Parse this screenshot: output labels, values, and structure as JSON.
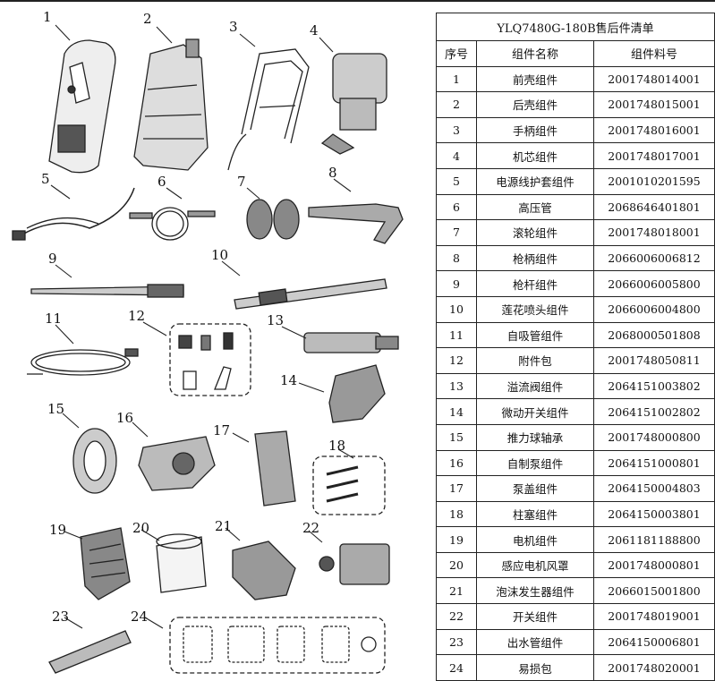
{
  "table": {
    "title": "YLQ7480G-180B售后件清单",
    "headers": [
      "序号",
      "组件名称",
      "组件料号"
    ],
    "rows": [
      {
        "no": "1",
        "name": "前壳组件",
        "code": "2001748014001"
      },
      {
        "no": "2",
        "name": "后壳组件",
        "code": "2001748015001"
      },
      {
        "no": "3",
        "name": "手柄组件",
        "code": "2001748016001"
      },
      {
        "no": "4",
        "name": "机芯组件",
        "code": "2001748017001"
      },
      {
        "no": "5",
        "name": "电源线护套组件",
        "code": "2001010201595"
      },
      {
        "no": "6",
        "name": "高压管",
        "code": "2068646401801"
      },
      {
        "no": "7",
        "name": "滚轮组件",
        "code": "2001748018001"
      },
      {
        "no": "8",
        "name": "枪柄组件",
        "code": "2066006006812"
      },
      {
        "no": "9",
        "name": "枪杆组件",
        "code": "2066006005800"
      },
      {
        "no": "10",
        "name": "莲花喷头组件",
        "code": "2066006004800"
      },
      {
        "no": "11",
        "name": "自吸管组件",
        "code": "2068000501808"
      },
      {
        "no": "12",
        "name": "附件包",
        "code": "2001748050811"
      },
      {
        "no": "13",
        "name": "溢流阀组件",
        "code": "2064151003802"
      },
      {
        "no": "14",
        "name": "微动开关组件",
        "code": "2064151002802"
      },
      {
        "no": "15",
        "name": "推力球轴承",
        "code": "2001748000800"
      },
      {
        "no": "16",
        "name": "自制泵组件",
        "code": "2064151000801"
      },
      {
        "no": "17",
        "name": "泵盖组件",
        "code": "2064150004803"
      },
      {
        "no": "18",
        "name": "柱塞组件",
        "code": "2064150003801"
      },
      {
        "no": "19",
        "name": "电机组件",
        "code": "2061181188800"
      },
      {
        "no": "20",
        "name": "感应电机风罩",
        "code": "2001748000801"
      },
      {
        "no": "21",
        "name": "泡沫发生器组件",
        "code": "2066015001800"
      },
      {
        "no": "22",
        "name": "开关组件",
        "code": "2001748019001"
      },
      {
        "no": "23",
        "name": "出水管组件",
        "code": "2064150006801"
      },
      {
        "no": "24",
        "name": "易损包",
        "code": "2001748020001"
      }
    ]
  },
  "diagram": {
    "labels": [
      "1",
      "2",
      "3",
      "4",
      "5",
      "6",
      "7",
      "8",
      "9",
      "10",
      "11",
      "12",
      "13",
      "14",
      "15",
      "16",
      "17",
      "18",
      "19",
      "20",
      "21",
      "22",
      "23",
      "24"
    ]
  }
}
